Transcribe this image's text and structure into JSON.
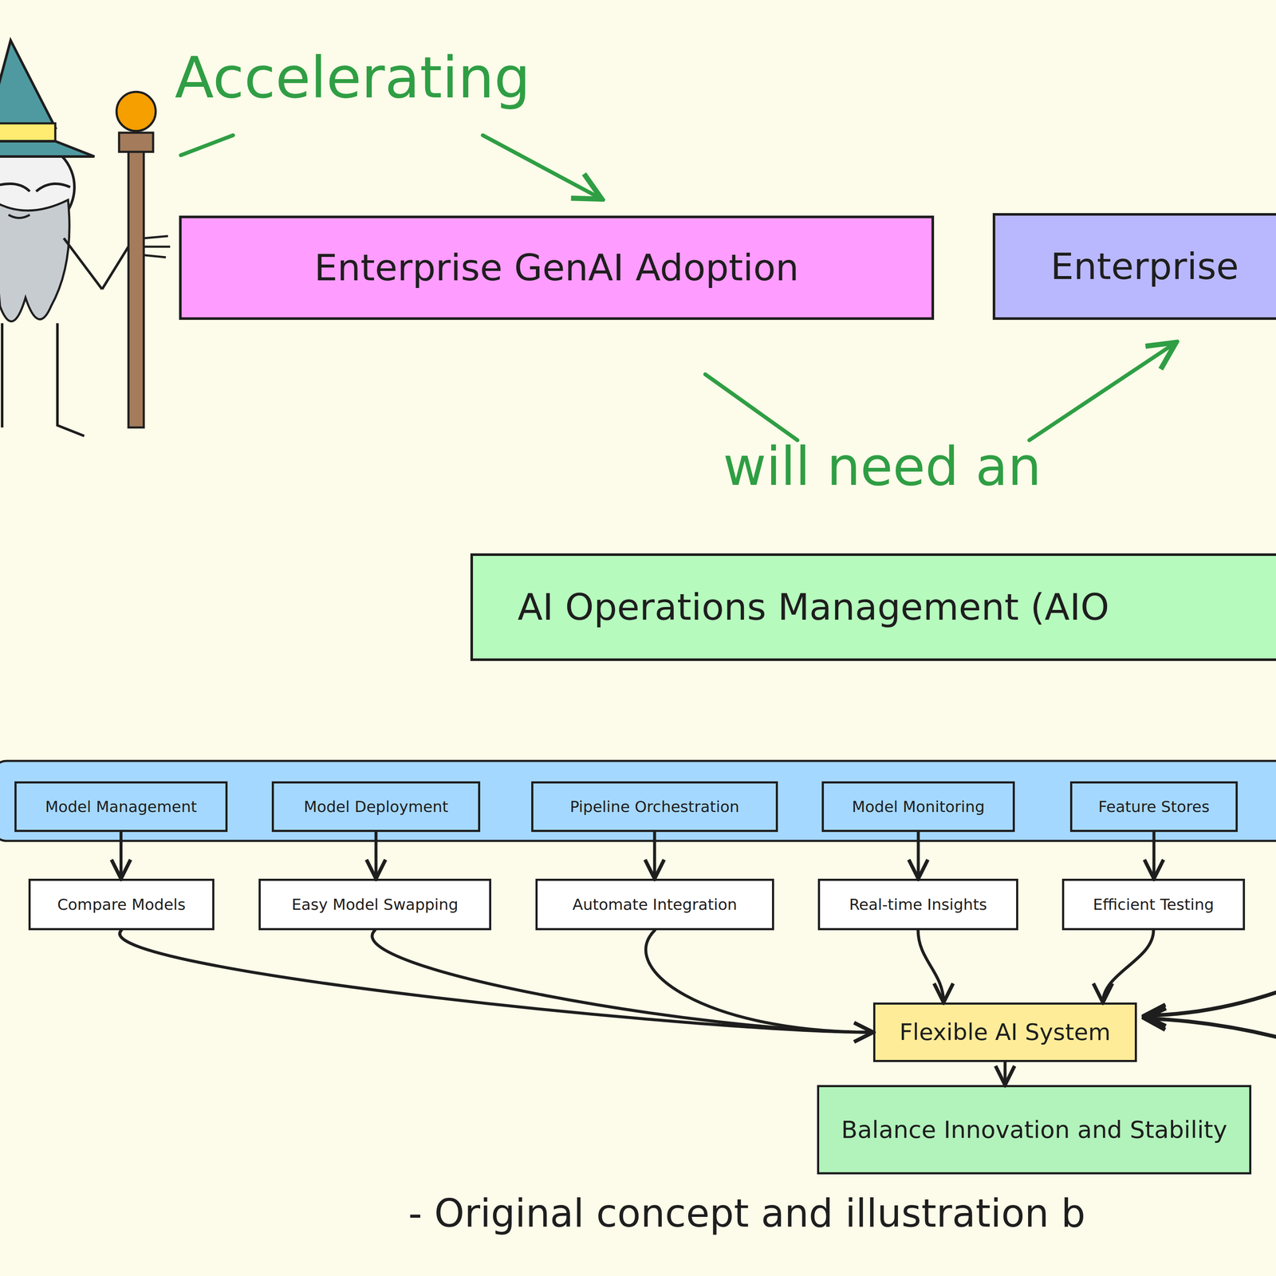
{
  "diagram": {
    "caption": "- Original concept and illustration b",
    "nodes": [
      {
        "text": [
          "Enterprise GenAI Adoption"
        ]
      },
      {
        "text": [
          "Enterprise"
        ]
      },
      {
        "text": [
          "AI Operations Management (AIO"
        ]
      },
      {
        "text": [
          "Model Management"
        ]
      },
      {
        "text": [
          "Model Deployment"
        ]
      },
      {
        "text": [
          "Pipeline Orchestration"
        ]
      },
      {
        "text": [
          "Model Monitoring"
        ]
      },
      {
        "text": [
          "Feature Stores"
        ]
      },
      {
        "text": [
          "Compare Models"
        ]
      },
      {
        "text": [
          "Easy Model Swapping"
        ]
      },
      {
        "text": [
          "Automate Integration"
        ]
      },
      {
        "text": [
          "Real-time Insights"
        ]
      },
      {
        "text": [
          "Efficient Testing"
        ]
      },
      {
        "text": [
          "Flexible AI System"
        ]
      },
      {
        "text": [
          "Balance Innovation and Stability"
        ]
      }
    ],
    "edges": [
      {
        "from": 3,
        "to": 8,
        "arrow": "to"
      },
      {
        "from": 4,
        "to": 9,
        "arrow": "to"
      },
      {
        "from": 5,
        "to": 10,
        "arrow": "to"
      },
      {
        "from": 6,
        "to": 11,
        "arrow": "to"
      },
      {
        "from": 7,
        "to": 12,
        "arrow": "to"
      },
      {
        "from": 8,
        "to": 13,
        "arrow": "to"
      },
      {
        "from": 9,
        "to": 13,
        "arrow": "to"
      },
      {
        "from": 10,
        "to": 13,
        "arrow": "to"
      },
      {
        "from": 11,
        "to": 13,
        "arrow": "to"
      },
      {
        "from": 12,
        "to": 13,
        "arrow": "to"
      },
      {
        "from": 13,
        "to": 14,
        "arrow": "to"
      }
    ],
    "labels": [
      "Accelerating",
      "will need an"
    ]
  }
}
